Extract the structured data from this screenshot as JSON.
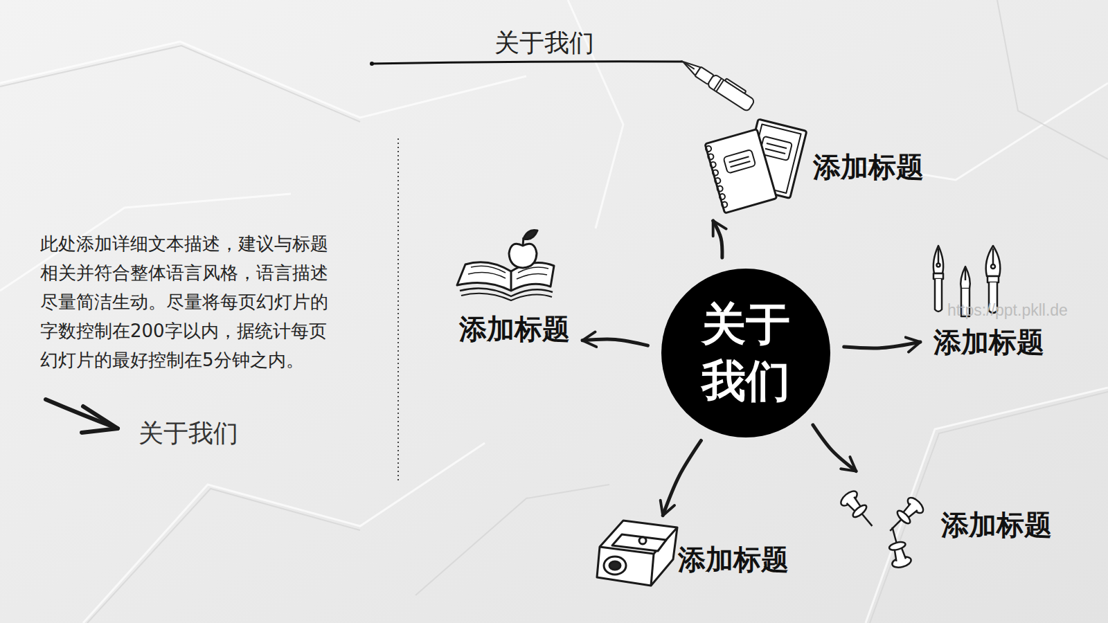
{
  "diagram": {
    "title": "关于我们",
    "nodes": [
      {
        "text": [
          "关于 我们"
        ]
      },
      {
        "text": [
          "添加标题"
        ]
      },
      {
        "text": [
          "添加标题"
        ]
      },
      {
        "text": [
          "添加标题"
        ]
      },
      {
        "text": [
          "添加标题"
        ]
      },
      {
        "text": [
          "添加标题"
        ]
      }
    ],
    "edges": [
      {
        "from": 0,
        "to": 1,
        "arrow": "to"
      },
      {
        "from": 0,
        "to": 2,
        "arrow": "to"
      },
      {
        "from": 0,
        "to": 3,
        "arrow": "to"
      },
      {
        "from": 0,
        "to": 4,
        "arrow": "to"
      },
      {
        "from": 0,
        "to": 5,
        "arrow": "to"
      }
    ],
    "labels": [
      "此处添加详细文本描述，建议与标题相关并符合整体语言风格，语言描述尽量简洁生动。尽量将每页幻灯片的字数控制在200字以内，据统计每页幻灯片的最好控制在5分钟之内。",
      "关于我们",
      "https://ppt.pkll.de"
    ]
  }
}
